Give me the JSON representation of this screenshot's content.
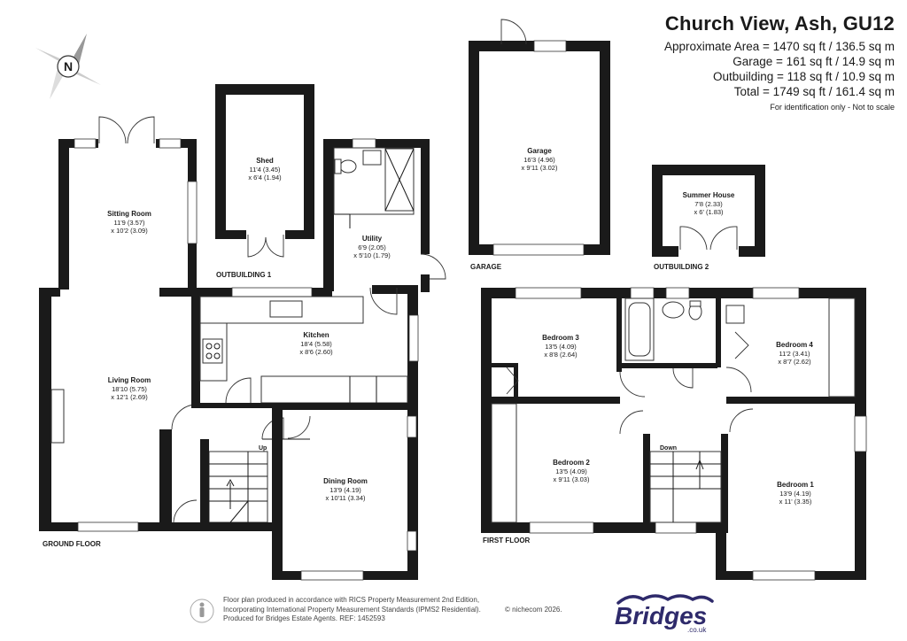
{
  "header": {
    "title": "Church View, Ash, GU12",
    "area_lines": [
      "Approximate Area = 1470 sq ft / 136.5 sq m",
      "Garage = 161 sq ft / 14.9 sq m",
      "Outbuilding = 118 sq ft / 10.9 sq m",
      "Total = 1749 sq ft / 161.4 sq m"
    ],
    "note": "For identification only - Not to scale"
  },
  "compass": {
    "label": "N"
  },
  "floors": {
    "ground": "GROUND FLOOR",
    "first": "FIRST FLOOR",
    "garage": "GARAGE",
    "outbuilding1": "OUTBUILDING 1",
    "outbuilding2": "OUTBUILDING 2"
  },
  "rooms": {
    "sitting": {
      "name": "Sitting Room",
      "dim1": "11'9 (3.57)",
      "dim2": "x 10'2 (3.09)"
    },
    "shed": {
      "name": "Shed",
      "dim1": "11'4 (3.45)",
      "dim2": "x 6'4 (1.94)"
    },
    "utility": {
      "name": "Utility",
      "dim1": "6'9 (2.05)",
      "dim2": "x 5'10 (1.79)"
    },
    "kitchen": {
      "name": "Kitchen",
      "dim1": "18'4 (5.58)",
      "dim2": "x 8'6 (2.60)"
    },
    "living": {
      "name": "Living Room",
      "dim1": "18'10 (5.75)",
      "dim2": "x 12'1 (2.69)"
    },
    "dining": {
      "name": "Dining Room",
      "dim1": "13'9 (4.19)",
      "dim2": "x 10'11 (3.34)"
    },
    "garage": {
      "name": "Garage",
      "dim1": "16'3 (4.96)",
      "dim2": "x 9'11 (3.02)"
    },
    "summer": {
      "name": "Summer House",
      "dim1": "7'8 (2.33)",
      "dim2": "x 6' (1.83)"
    },
    "bed3": {
      "name": "Bedroom 3",
      "dim1": "13'5 (4.09)",
      "dim2": "x 8'8 (2.64)"
    },
    "bed4": {
      "name": "Bedroom 4",
      "dim1": "11'2 (3.41)",
      "dim2": "x 8'7 (2.62)"
    },
    "bed2": {
      "name": "Bedroom 2",
      "dim1": "13'5 (4.09)",
      "dim2": "x 9'11 (3.03)"
    },
    "bed1": {
      "name": "Bedroom 1",
      "dim1": "13'9 (4.19)",
      "dim2": "x 11' (3.35)"
    }
  },
  "stairs": {
    "up": "Up",
    "down": "Down"
  },
  "footer": {
    "lines": [
      "Floor plan produced in accordance with RICS Property Measurement 2nd Edition,",
      "Incorporating International Property Measurement Standards (IPMS2 Residential).",
      "Produced for Bridges Estate Agents.  REF: 1452593"
    ],
    "copyright": "© nichecom 2026."
  },
  "logo": {
    "name": "Bridges",
    "domain": ".co.uk",
    "color": "#2e2a6b"
  }
}
